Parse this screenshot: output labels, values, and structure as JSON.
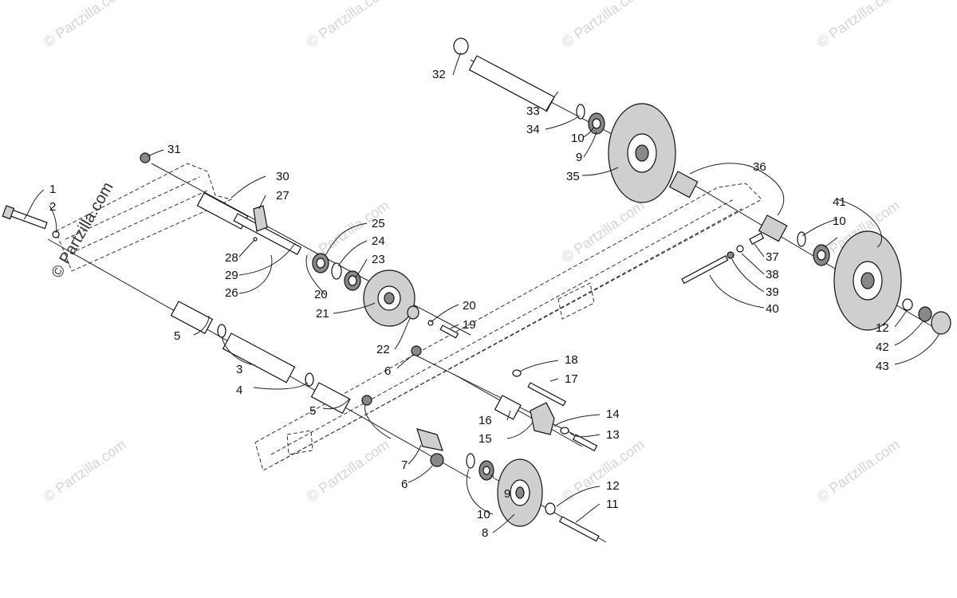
{
  "watermark": "© Partzilla.com",
  "callouts": [
    "1",
    "2",
    "3",
    "4",
    "5",
    "5",
    "6",
    "6",
    "7",
    "8",
    "9",
    "9",
    "10",
    "10",
    "10",
    "11",
    "12",
    "12",
    "13",
    "14",
    "15",
    "16",
    "17",
    "18",
    "19",
    "20",
    "20",
    "21",
    "22",
    "23",
    "24",
    "25",
    "26",
    "27",
    "28",
    "29",
    "30",
    "31",
    "32",
    "33",
    "34",
    "35",
    "36",
    "37",
    "38",
    "39",
    "40",
    "41",
    "42",
    "43"
  ],
  "colors": {
    "line": "#222222",
    "watermark": "#d6d6d6",
    "background": "#ffffff"
  }
}
